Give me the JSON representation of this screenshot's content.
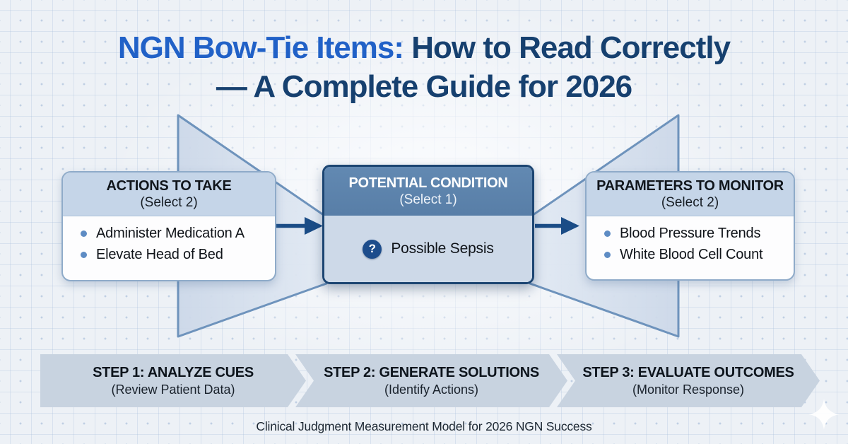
{
  "title": {
    "accent": "NGN Bow-Tie Items:",
    "rest": "How to Read Correctly",
    "line2": "— A Complete Guide for 2026"
  },
  "bowtie": {
    "left_box": {
      "title": "ACTIONS TO TAKE",
      "subtitle": "(Select 2)",
      "items": [
        "Administer Medication A",
        "Elevate Head of Bed"
      ]
    },
    "center_box": {
      "title": "POTENTIAL CONDITION",
      "subtitle": "(Select 1)",
      "badge": "?",
      "condition": "Possible Sepsis"
    },
    "right_box": {
      "title": "PARAMETERS TO MONITOR",
      "subtitle": "(Select 2)",
      "items": [
        "Blood Pressure Trends",
        "White Blood Cell Count"
      ]
    }
  },
  "steps": [
    {
      "title": "STEP 1: ANALYZE CUES",
      "subtitle": "(Review Patient Data)"
    },
    {
      "title": "STEP 2: GENERATE SOLUTIONS",
      "subtitle": "(Identify Actions)"
    },
    {
      "title": "STEP 3: EVALUATE OUTCOMES",
      "subtitle": "(Monitor Response)"
    }
  ],
  "footer": "Clinical Judgment Measurement Model for 2026 NGN Success",
  "icons": {
    "question_badge": "question-mark-icon",
    "bullet": "bullet-dot-icon",
    "arrows": "flow-arrow-icon",
    "sparkle": "sparkle-icon"
  },
  "colors": {
    "title_accent": "#2161c7",
    "title_dark": "#16406f",
    "side_box_header": "#c5d5e8",
    "side_box_border": "#8fabc9",
    "center_header": "#5d84ad",
    "center_body": "#cdd9e8",
    "center_border": "#1c4572",
    "arrow": "#1a4c86",
    "bullet_dot": "#5e8cc4",
    "bowtie_fill": "#d2deec",
    "bowtie_stroke": "#6e93bc",
    "step_band": "#c8d3e0",
    "background": "#edf1f6"
  }
}
